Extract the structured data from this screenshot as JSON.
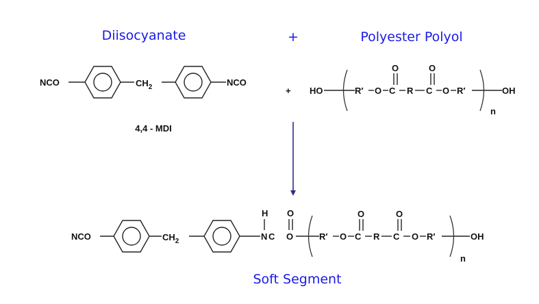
{
  "titles": {
    "left": "Diisocyanate",
    "plus": "+",
    "right": "Polyester Polyol",
    "bottom": "Soft Segment"
  },
  "colors": {
    "title": "#1a1ae6",
    "arrow": "#2d2d8a",
    "ink": "#111111"
  },
  "mdi": {
    "left_group": "NCO",
    "bridge": "CH",
    "bridge_sub": "2",
    "right_group": "NCO",
    "name": "4,4 - MDI"
  },
  "reaction": {
    "plus": "+"
  },
  "polyol": {
    "start": "HO",
    "r1": "R′",
    "o1": "O",
    "c1": "C",
    "carbonyl1": "O",
    "r": "R",
    "c2": "C",
    "carbonyl2": "O",
    "o2": "O",
    "r2": "R′",
    "end": "OH",
    "repeat": "n"
  },
  "product": {
    "left_group": "NCO",
    "bridge": "CH",
    "bridge_sub": "2",
    "nh_h": "H",
    "n": "N",
    "c": "C",
    "carbonyl": "O",
    "r1": "R′",
    "o1": "O",
    "c1": "C",
    "carbonyl1": "O",
    "r": "R",
    "c2": "C",
    "carbonyl2": "O",
    "o2": "O",
    "r2": "R′",
    "end": "OH",
    "repeat": "n"
  }
}
